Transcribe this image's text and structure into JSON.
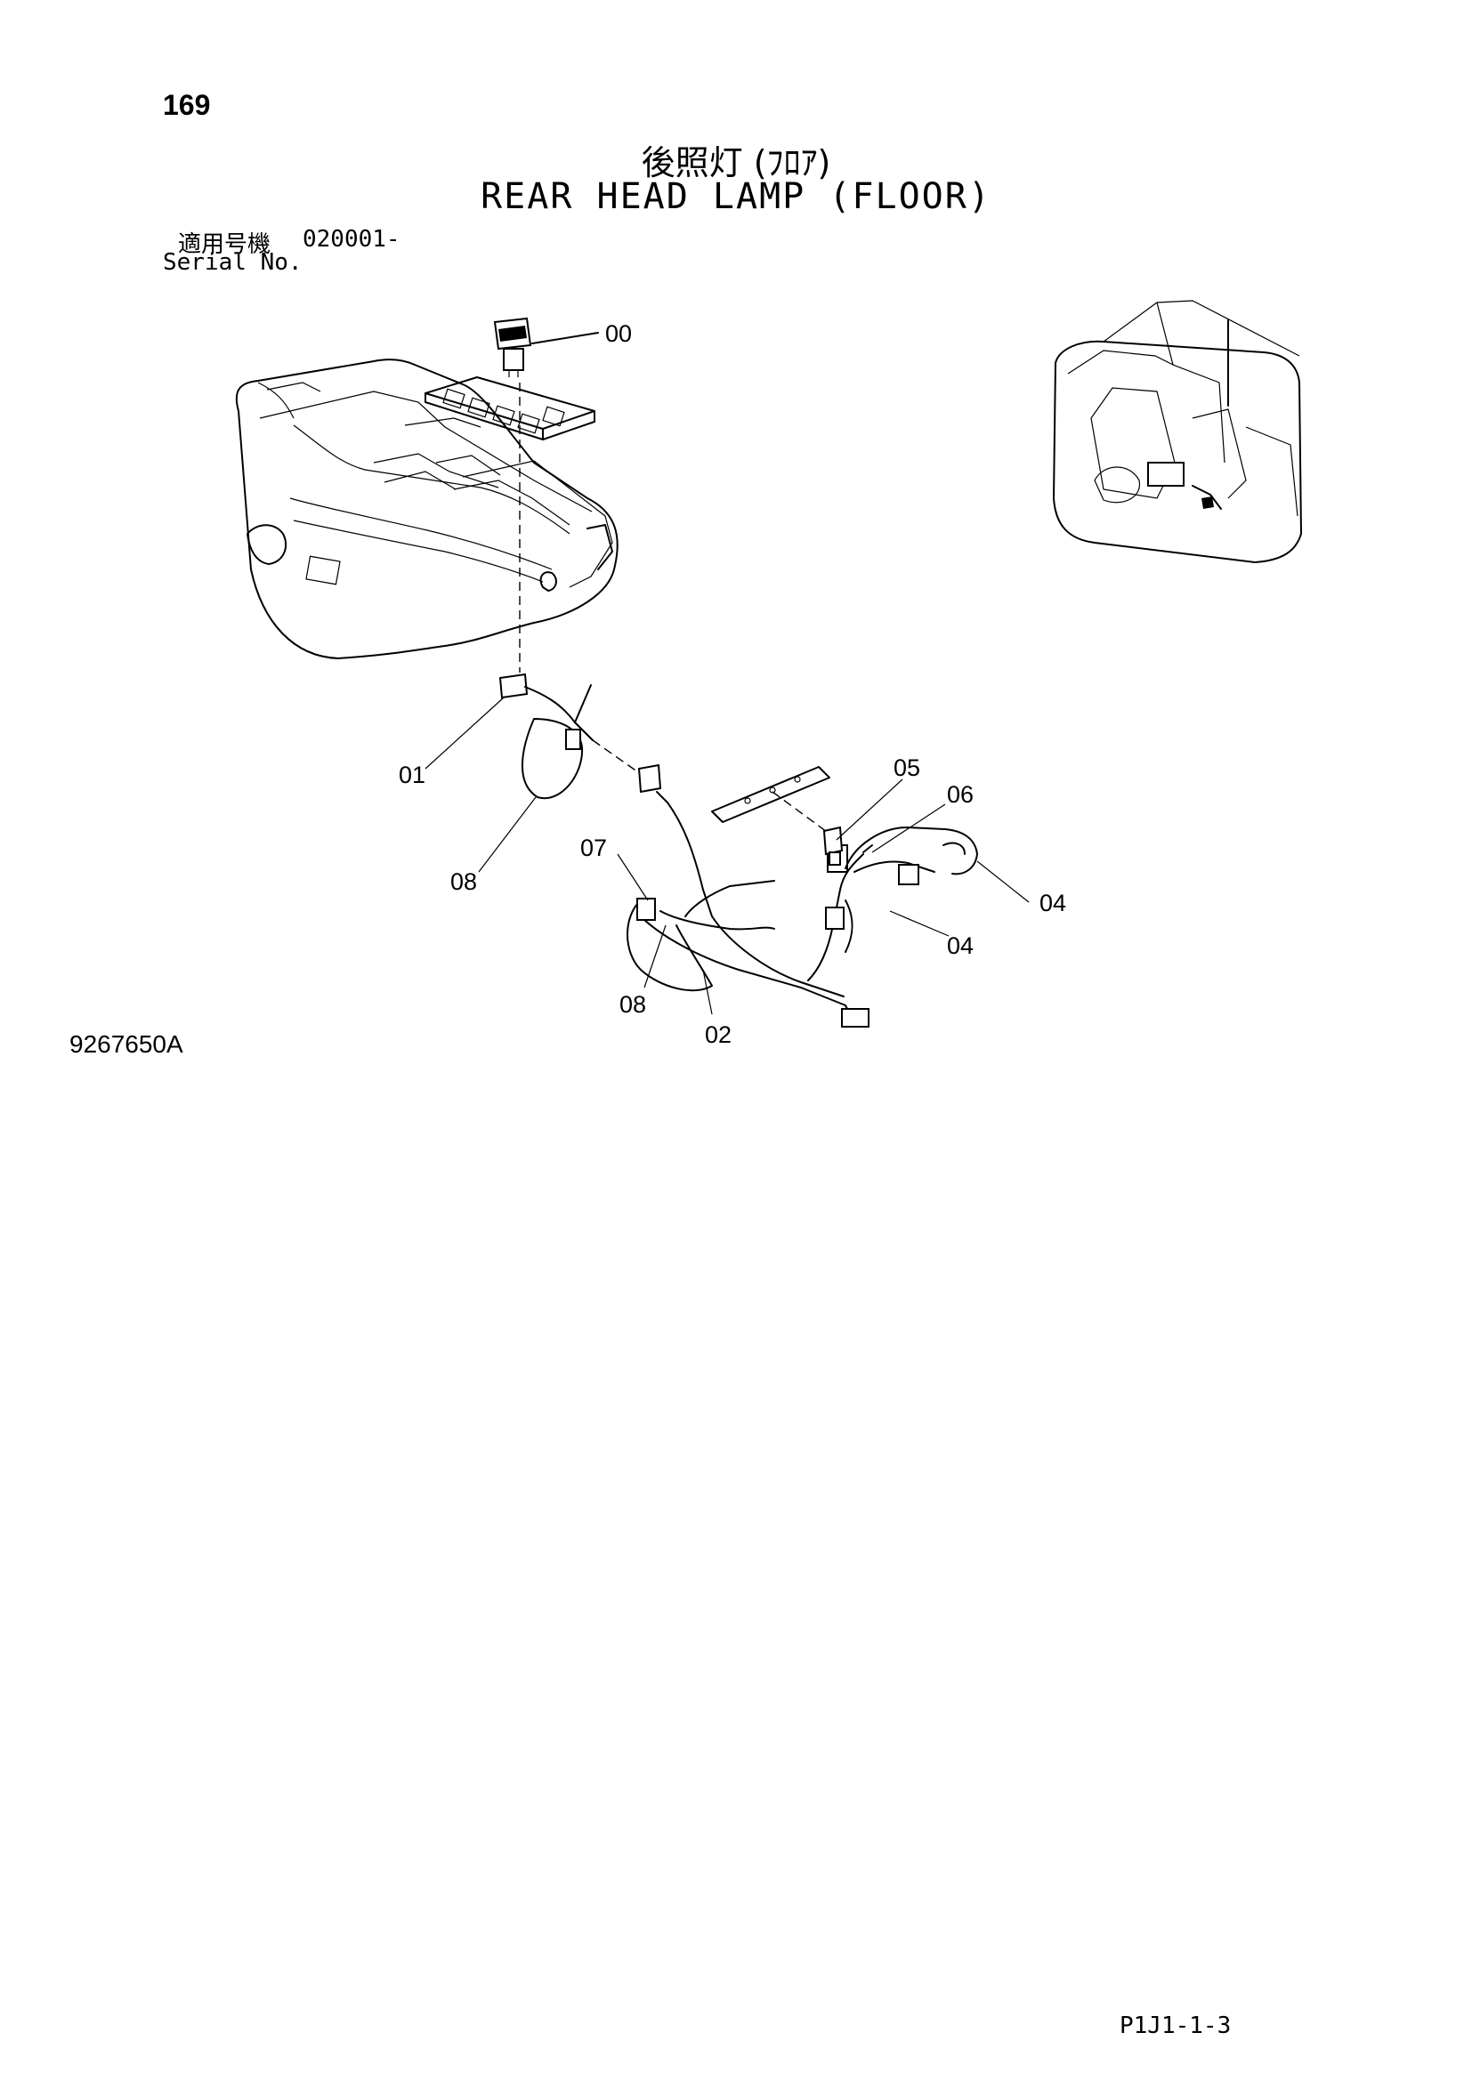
{
  "page": {
    "number": "169",
    "title_jp": "後照灯 (ﾌﾛｱ)",
    "title_en": "REAR HEAD LAMP (FLOOR)",
    "serial_label_jp": "適用号機",
    "serial_value": "020001-",
    "serial_label_en": "Serial No.",
    "drawing_number": "9267650A",
    "page_code": "P1J1-1-3"
  },
  "callouts": {
    "c00": "00",
    "c01": "01",
    "c02": "02",
    "c04a": "04",
    "c04b": "04",
    "c05": "05",
    "c06": "06",
    "c07": "07",
    "c08a": "08",
    "c08b": "08"
  }
}
